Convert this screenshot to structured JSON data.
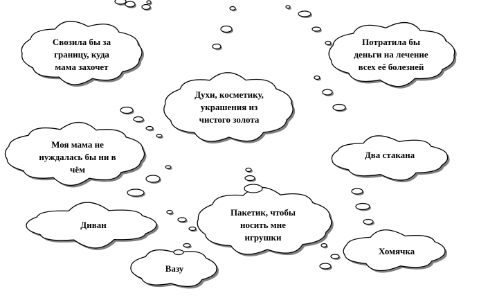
{
  "thoughts": [
    {
      "id": "abroad",
      "text": "Свозила бы за\nграницу, куда\n мама захочет"
    },
    {
      "id": "treatment",
      "text": "Потратила бы\nденьги на лечение\nвсех её болезней"
    },
    {
      "id": "perfume",
      "text": "Духи, косметику,\nукрашения  из\nчистого золота"
    },
    {
      "id": "mom-needs",
      "text": "Моя мама не\nнуждалась бы ни в\nчём"
    },
    {
      "id": "glasses",
      "text": "Два стакана"
    },
    {
      "id": "bag",
      "text": "Пакетик, чтобы\nносить мне\nигрушки"
    },
    {
      "id": "sofa",
      "text": "Диван"
    },
    {
      "id": "hamster",
      "text": "Хомячка"
    },
    {
      "id": "vase",
      "text": "Вазу"
    }
  ]
}
